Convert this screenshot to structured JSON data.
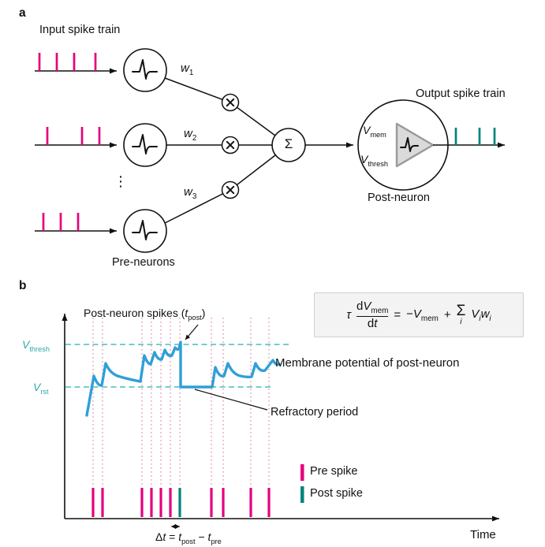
{
  "figure": {
    "panel_a": {
      "label": "a",
      "input_spike_train_label": "Input spike train",
      "output_spike_train_label": "Output spike train",
      "pre_neurons_label": "Pre-neurons",
      "post_neuron_label": "Post-neuron",
      "ellipsis": "⋮",
      "sum_symbol": "Σ",
      "weights": [
        {
          "base": "w",
          "sub": "1"
        },
        {
          "base": "w",
          "sub": "2"
        },
        {
          "base": "w",
          "sub": "3"
        }
      ],
      "v_mem": {
        "base": "V",
        "sub": "mem"
      },
      "v_thresh": {
        "base": "V",
        "sub": "thresh"
      }
    },
    "panel_b": {
      "label": "b",
      "post_spike_annotation": {
        "prefix": "Post-neuron spikes (",
        "t": "t",
        "sub": "post",
        "suffix": ")"
      },
      "v_thresh": {
        "base": "V",
        "sub": "thresh"
      },
      "v_rst": {
        "base": "V",
        "sub": "rst"
      },
      "membrane_label": "Membrane potential of post-neuron",
      "refractory_label": "Refractory period",
      "legend": {
        "pre": {
          "label": "Pre spike",
          "color": "#e6007e"
        },
        "post": {
          "label": "Post spike",
          "color": "#00847d"
        }
      },
      "time_label": "Time",
      "delta": {
        "delta": "Δ",
        "t": "t",
        "equals": " = ",
        "t_post": "t",
        "t_post_sub": "post",
        "minus": " − ",
        "t_pre": "t",
        "t_pre_sub": "pre"
      },
      "equation": {
        "tau": "τ",
        "num_d": "d",
        "num_V": "V",
        "num_sub": "mem",
        "den_d": "d",
        "den_t": "t",
        "equals": "=",
        "minus": "−",
        "rhs_V": "V",
        "rhs_V_sub": "mem",
        "plus": "+",
        "sum": "Σ",
        "sum_sub": "i",
        "Vi": "V",
        "Vi_sub": "i",
        "wi": "w",
        "wi_sub": "i"
      }
    },
    "colors": {
      "pre_spike": "#e6007e",
      "post_spike": "#00847d",
      "membrane_trace": "#2f9fd8",
      "threshold_dash": "#49bdbb",
      "guide_dots": "#dd6f9d"
    }
  }
}
